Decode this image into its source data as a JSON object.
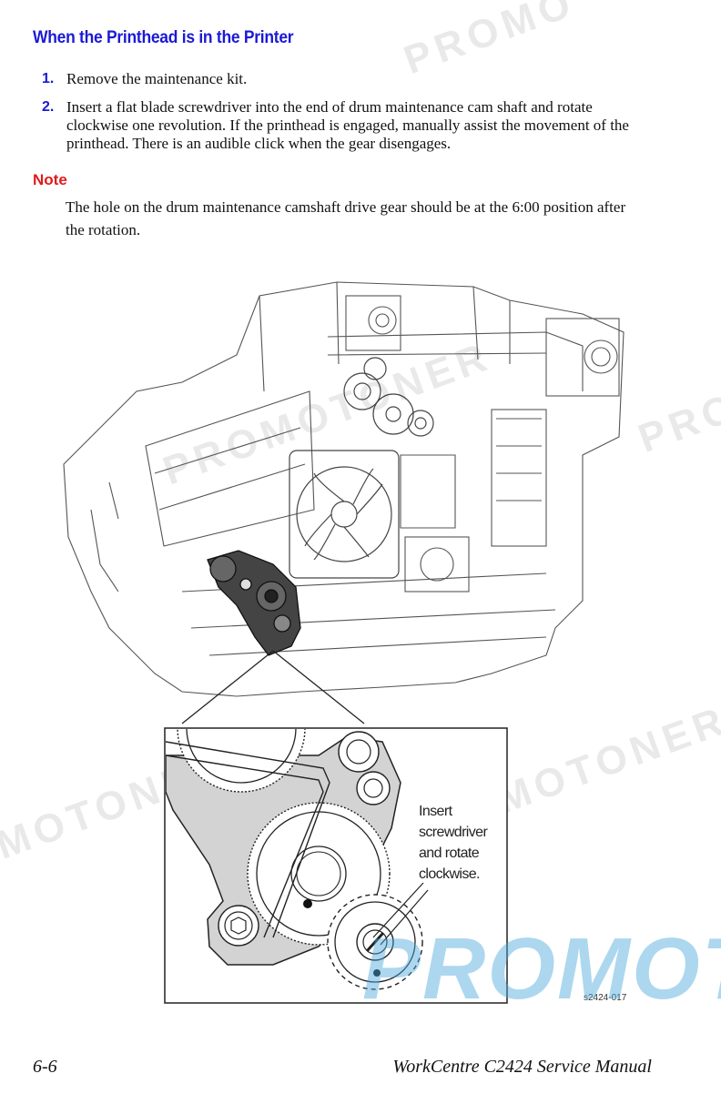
{
  "heading": "When the Printhead is in the Printer",
  "steps": [
    {
      "num": "1.",
      "text": "Remove the maintenance kit."
    },
    {
      "num": "2.",
      "text": "Insert a flat blade screwdriver into the end of drum maintenance cam shaft and rotate clockwise one revolution. If the printhead is engaged, manually assist the movement of the printhead. There is an audible click when the gear disengages."
    }
  ],
  "note": {
    "label": "Note",
    "text": "The hole on the drum maintenance camshaft drive gear should be at the 6:00 position after the rotation."
  },
  "figure": {
    "callout_lines": [
      "Insert",
      "screwdriver",
      "and rotate",
      "clockwise."
    ],
    "figure_id": "s2424-017"
  },
  "watermarks": {
    "gray_text": "PROMOTONER",
    "gray_partial_top": "PROMO",
    "gray_partial_right": "PRO",
    "blue_text": "PROMOT"
  },
  "footer": {
    "page_number": "6-6",
    "manual_title": "WorkCentre C2424 Service Manual"
  },
  "colors": {
    "heading_blue": "#1a1ad6",
    "note_red": "#e01b1b",
    "watermark_blue": "#4aa8dc"
  }
}
